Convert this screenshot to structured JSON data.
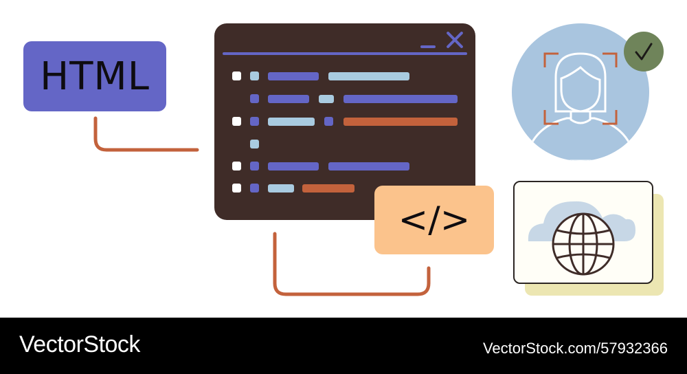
{
  "badge": {
    "label": "HTML"
  },
  "tag_box": {
    "label": "</>"
  },
  "footer": {
    "brand": "VectorStock",
    "image_ref": "VectorStock.com/57932366"
  },
  "colors": {
    "purple": "#6466c6",
    "window": "#3f2c28",
    "light_blue": "#a9cbe0",
    "orange": "#c3623c",
    "peach": "#fbc38c",
    "circle_blue": "#a9c5df",
    "check_green": "#6f845a",
    "card_yellow": "#ece6b2"
  },
  "icons": {
    "window": [
      "minimize-icon",
      "close-icon"
    ],
    "illustrations": [
      "face-scan-icon",
      "checkmark-icon",
      "cloud-icon",
      "globe-icon"
    ]
  }
}
